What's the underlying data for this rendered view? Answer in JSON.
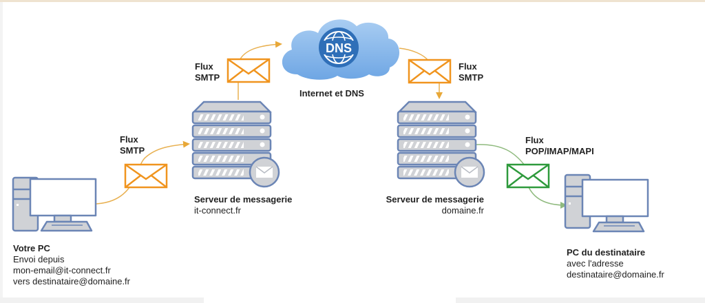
{
  "colors": {
    "smtp": "#f0941e",
    "pop": "#2e9a3c",
    "device_stroke": "#6b85b5",
    "device_fill": "#d0d2d6",
    "cloud": "#7fb3e8",
    "dns_globe": "#2f6fb8",
    "arrow_smtp": "#e8b050",
    "arrow_pop": "#8fba7e"
  },
  "sender_pc": {
    "title": "Votre PC",
    "line1": "Envoi depuis",
    "line2": "mon-email@it-connect.fr",
    "line3": "vers destinataire@domaine.fr"
  },
  "flux1": {
    "line1": "Flux",
    "line2": "SMTP"
  },
  "server1": {
    "title": "Serveur de messagerie",
    "domain": "it-connect.fr"
  },
  "flux2": {
    "line1": "Flux",
    "line2": "SMTP"
  },
  "internet": {
    "label": "Internet et DNS",
    "dns_text": "DNS"
  },
  "flux3": {
    "line1": "Flux",
    "line2": "SMTP"
  },
  "server2": {
    "title": "Serveur de messagerie",
    "domain": "domaine.fr"
  },
  "flux4": {
    "line1": "Flux",
    "line2": "POP/IMAP/MAPI"
  },
  "recipient_pc": {
    "title": "PC du destinataire",
    "line1": "avec l'adresse",
    "line2": "destinataire@domaine.fr"
  }
}
